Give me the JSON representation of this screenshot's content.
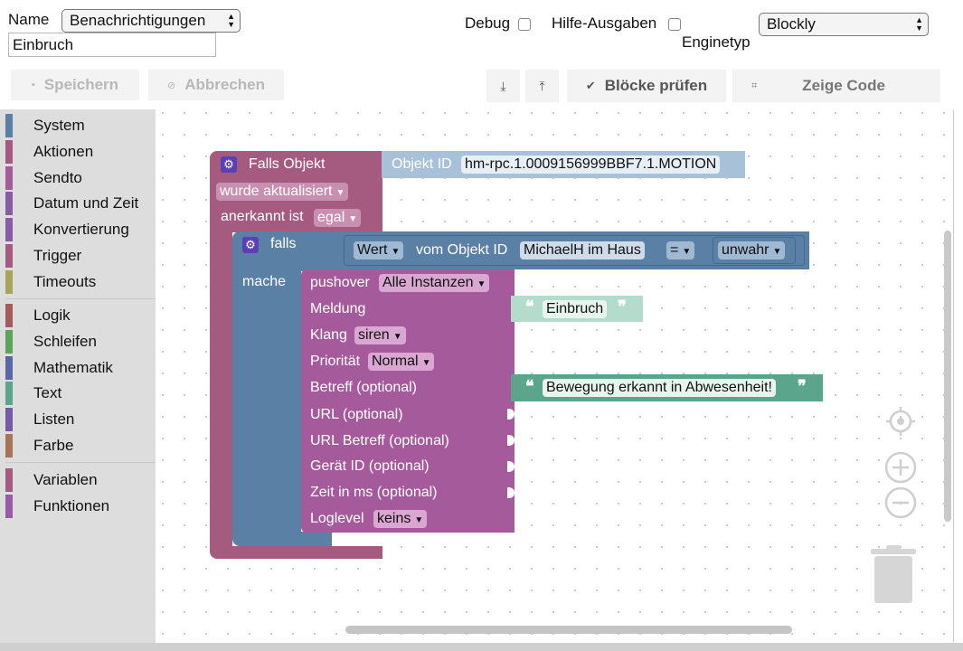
{
  "header": {
    "name_label": "Name",
    "name_select": "Benachrichtigungen",
    "name_input": "Einbruch",
    "debug_label": "Debug",
    "hilfe_label": "Hilfe-Ausgaben",
    "engine_select": "Blockly",
    "engine_label": "Enginetyp"
  },
  "toolbar": {
    "save": "Speichern",
    "cancel": "Abbrechen",
    "export_icon": "⤓",
    "import_icon": "⤒",
    "check": "Blöcke prüfen",
    "show_code": "Zeige Code"
  },
  "toolbox": {
    "group1": [
      {
        "label": "System",
        "color": "#5b80a5"
      },
      {
        "label": "Aktionen",
        "color": "#a55b80"
      },
      {
        "label": "Sendto",
        "color": "#a55b9b"
      },
      {
        "label": "Datum und Zeit",
        "color": "#8a5ba5"
      },
      {
        "label": "Konvertierung",
        "color": "#8a5ba5"
      },
      {
        "label": "Trigger",
        "color": "#a55b80"
      },
      {
        "label": "Timeouts",
        "color": "#a5a55b"
      }
    ],
    "group2": [
      {
        "label": "Logik",
        "color": "#a55b5b"
      },
      {
        "label": "Schleifen",
        "color": "#5ba55b"
      },
      {
        "label": "Mathematik",
        "color": "#5b67a5"
      },
      {
        "label": "Text",
        "color": "#5ba58c"
      },
      {
        "label": "Listen",
        "color": "#745ba5"
      },
      {
        "label": "Farbe",
        "color": "#a5745b"
      }
    ],
    "group3": [
      {
        "label": "Variablen",
        "color": "#a55b80"
      },
      {
        "label": "Funktionen",
        "color": "#995ba5"
      }
    ]
  },
  "blocks": {
    "trigger": {
      "title": "Falls Objekt",
      "mode": "wurde aktualisiert",
      "ack_label": "anerkannt ist",
      "ack_value": "egal",
      "object_label": "Objekt ID",
      "object_value": "hm-rpc.1.0009156999BBF7.1.MOTION"
    },
    "if": {
      "falls": "falls",
      "mache": "mache",
      "wert": "Wert",
      "vom": "vom Objekt ID",
      "object": "MichaelH im Haus",
      "op": "=",
      "value": "unwahr"
    },
    "pushover": {
      "title": "pushover",
      "instance": "Alle Instanzen",
      "meldung": "Meldung",
      "klang": "Klang",
      "klang_value": "siren",
      "prio": "Priorität",
      "prio_value": "Normal",
      "betreff": "Betreff (optional)",
      "url": "URL (optional)",
      "url_betreff": "URL Betreff (optional)",
      "geraet": "Gerät ID (optional)",
      "zeit": "Zeit in ms (optional)",
      "loglevel": "Loglevel",
      "loglevel_value": "keins"
    },
    "text_einbruch": "Einbruch",
    "text_betreff": "Bewegung erkannt in Abwesenheit!"
  }
}
